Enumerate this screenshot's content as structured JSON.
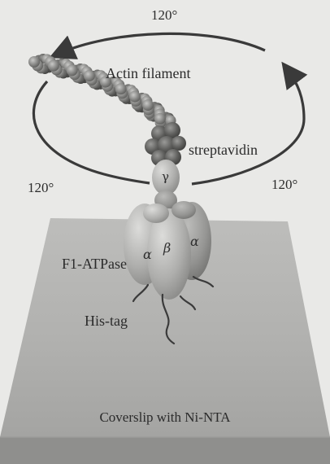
{
  "angles": {
    "top": "120°",
    "left": "120°",
    "right": "120°"
  },
  "labels": {
    "actin_filament": "Actin filament",
    "streptavidin": "streptavidin",
    "f1_atpase": "F1-ATPase",
    "his_tag": "His-tag",
    "coverslip": "Coverslip with Ni-NTA"
  },
  "subunits": {
    "gamma": "γ",
    "alpha_left": "α",
    "alpha_right": "α",
    "beta": "β"
  },
  "colors": {
    "background": "#e9e9e7",
    "coverslip": "#b4b4b2",
    "arrow": "#3a3a3a",
    "protein": "#a9a9a7",
    "actin": "#7d7d7d"
  }
}
